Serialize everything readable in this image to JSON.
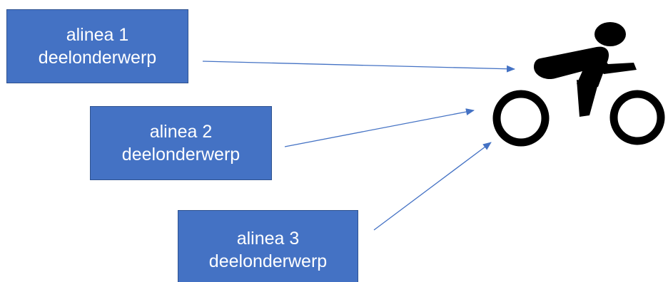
{
  "boxes": [
    {
      "line1": "alinea 1",
      "line2": "deelonderwerp"
    },
    {
      "line1": "alinea 2",
      "line2": "deelonderwerp"
    },
    {
      "line1": "alinea 3",
      "line2": "deelonderwerp"
    }
  ],
  "icon": "cyclist-icon",
  "colors": {
    "box_fill": "#4472c4",
    "box_border": "#2f528f",
    "box_text": "#ffffff",
    "arrow": "#4472c4",
    "icon": "#000000"
  }
}
